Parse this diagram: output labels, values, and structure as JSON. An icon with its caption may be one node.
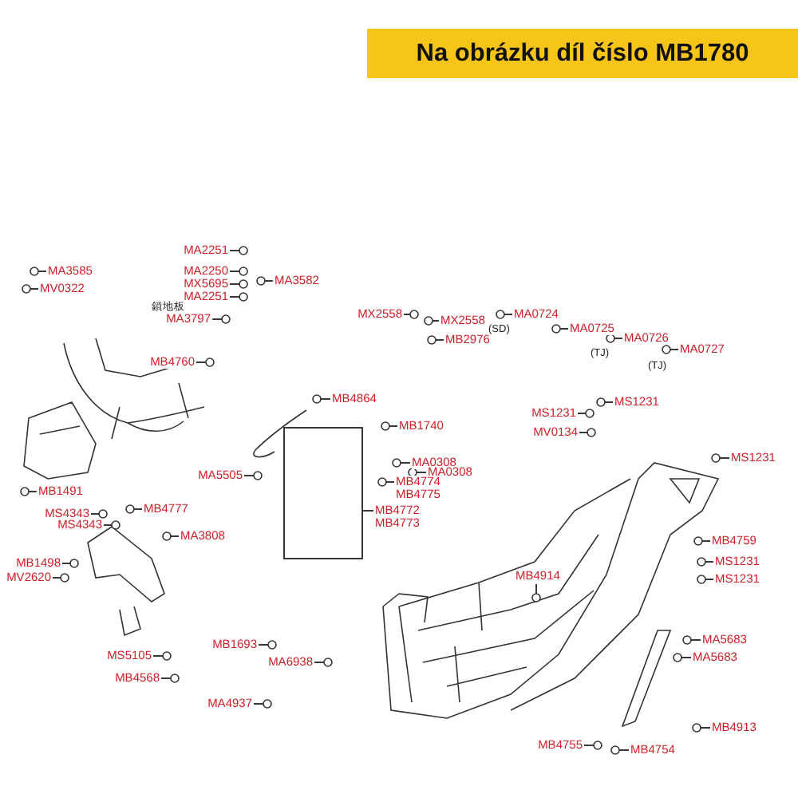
{
  "diagram": {
    "title": "Na obrázku díl číslo MB1780",
    "nodes": [
      {
        "text": [
          "MA3585"
        ]
      },
      {
        "text": [
          "MV0322"
        ]
      },
      {
        "text": [
          "MA2251"
        ]
      },
      {
        "text": [
          "MA2250"
        ]
      },
      {
        "text": [
          "MX5695"
        ]
      },
      {
        "text": [
          "MA2251"
        ]
      },
      {
        "text": [
          "MA3582"
        ]
      },
      {
        "text": [
          "MA3797"
        ]
      },
      {
        "text": [
          "MB4760"
        ]
      },
      {
        "text": [
          "MX2558"
        ]
      },
      {
        "text": [
          "MX2558"
        ]
      },
      {
        "text": [
          "MA0724"
        ]
      },
      {
        "text": [
          "MB2976"
        ]
      },
      {
        "text": [
          "MA0725"
        ]
      },
      {
        "text": [
          "MA0726"
        ]
      },
      {
        "text": [
          "MA0727"
        ]
      },
      {
        "text": [
          "MB4864"
        ]
      },
      {
        "text": [
          "MB1740"
        ]
      },
      {
        "text": [
          "MS1231"
        ]
      },
      {
        "text": [
          "MS1231"
        ]
      },
      {
        "text": [
          "MV0134"
        ]
      },
      {
        "text": [
          "MS1231"
        ]
      },
      {
        "text": [
          "MA0308"
        ]
      },
      {
        "text": [
          "MA0308"
        ]
      },
      {
        "text": [
          "MB4774",
          "MB4775"
        ]
      },
      {
        "text": [
          "MA5505"
        ]
      },
      {
        "text": [
          "MB4772",
          "MB4773"
        ]
      },
      {
        "text": [
          "MB1491"
        ]
      },
      {
        "text": [
          "MB4777"
        ]
      },
      {
        "text": [
          "MS4343"
        ]
      },
      {
        "text": [
          "MS4343"
        ]
      },
      {
        "text": [
          "MA3808"
        ]
      },
      {
        "text": [
          "MB1498"
        ]
      },
      {
        "text": [
          "MV2620"
        ]
      },
      {
        "text": [
          "MB4759"
        ]
      },
      {
        "text": [
          "MS1231"
        ]
      },
      {
        "text": [
          "MS1231"
        ]
      },
      {
        "text": [
          "MB4914"
        ]
      },
      {
        "text": [
          "MA5683"
        ]
      },
      {
        "text": [
          "MA5683"
        ]
      },
      {
        "text": [
          "MB1693"
        ]
      },
      {
        "text": [
          "MA6938"
        ]
      },
      {
        "text": [
          "MS5105"
        ]
      },
      {
        "text": [
          "MB4568"
        ]
      },
      {
        "text": [
          "MA4937"
        ]
      },
      {
        "text": [
          "MB4913"
        ]
      },
      {
        "text": [
          "MB4755"
        ]
      },
      {
        "text": [
          "MB4754"
        ]
      },
      {
        "text": [],
        "shape": "circle"
      },
      {
        "text": [],
        "shape": "circle"
      },
      {
        "text": [],
        "shape": "circle"
      },
      {
        "text": [],
        "shape": "circle"
      },
      {
        "text": [],
        "shape": "circle"
      },
      {
        "text": [],
        "shape": "circle"
      },
      {
        "text": [],
        "shape": "circle"
      },
      {
        "text": [],
        "shape": "circle"
      },
      {
        "text": [],
        "shape": "circle"
      },
      {
        "text": [],
        "shape": "circle"
      },
      {
        "text": [],
        "shape": "circle"
      },
      {
        "text": [],
        "shape": "circle"
      },
      {
        "text": [],
        "shape": "circle"
      },
      {
        "text": [],
        "shape": "circle"
      },
      {
        "text": [],
        "shape": "circle"
      },
      {
        "text": [],
        "shape": "circle"
      },
      {
        "text": [],
        "shape": "circle"
      },
      {
        "text": [],
        "shape": "circle"
      },
      {
        "text": [],
        "shape": "circle"
      },
      {
        "text": [],
        "shape": "circle"
      },
      {
        "text": [],
        "shape": "circle"
      },
      {
        "text": [],
        "shape": "circle"
      },
      {
        "text": [],
        "shape": "circle"
      },
      {
        "text": [],
        "shape": "circle"
      },
      {
        "text": [],
        "shape": "circle"
      },
      {
        "text": [],
        "shape": "circle"
      },
      {
        "text": [],
        "shape": "box"
      },
      {
        "text": [],
        "shape": "circle"
      },
      {
        "text": [],
        "shape": "circle"
      },
      {
        "text": [],
        "shape": "circle"
      },
      {
        "text": [],
        "shape": "circle"
      },
      {
        "text": [],
        "shape": "circle"
      },
      {
        "text": [],
        "shape": "circle"
      },
      {
        "text": [],
        "shape": "circle"
      },
      {
        "text": [],
        "shape": "circle"
      },
      {
        "text": [],
        "shape": "circle"
      },
      {
        "text": [],
        "shape": "circle"
      },
      {
        "text": [],
        "shape": "circle"
      },
      {
        "text": [],
        "shape": "circle"
      },
      {
        "text": [],
        "shape": "circle"
      },
      {
        "text": [],
        "shape": "circle"
      },
      {
        "text": [],
        "shape": "circle"
      },
      {
        "text": [],
        "shape": "circle"
      },
      {
        "text": [],
        "shape": "circle"
      },
      {
        "text": [],
        "shape": "circle"
      },
      {
        "text": [],
        "shape": "circle"
      },
      {
        "text": [],
        "shape": "circle"
      },
      {
        "text": [],
        "shape": "circle"
      }
    ],
    "edges": [
      {
        "from": 0,
        "to": 48,
        "arrow": "none"
      },
      {
        "from": 1,
        "to": 49,
        "arrow": "none"
      },
      {
        "from": 2,
        "to": 50,
        "arrow": "none"
      },
      {
        "from": 3,
        "to": 51,
        "arrow": "none"
      },
      {
        "from": 4,
        "to": 52,
        "arrow": "none"
      },
      {
        "from": 5,
        "to": 53,
        "arrow": "none"
      },
      {
        "from": 6,
        "to": 54,
        "arrow": "none"
      },
      {
        "from": 7,
        "to": 55,
        "arrow": "none"
      },
      {
        "from": 8,
        "to": 56,
        "arrow": "none"
      },
      {
        "from": 9,
        "to": 57,
        "arrow": "none"
      },
      {
        "from": 10,
        "to": 58,
        "arrow": "none"
      },
      {
        "from": 11,
        "to": 59,
        "arrow": "none"
      },
      {
        "from": 12,
        "to": 60,
        "arrow": "none"
      },
      {
        "from": 13,
        "to": 61,
        "arrow": "none"
      },
      {
        "from": 14,
        "to": 62,
        "arrow": "none"
      },
      {
        "from": 15,
        "to": 63,
        "arrow": "none"
      },
      {
        "from": 16,
        "to": 64,
        "arrow": "none"
      },
      {
        "from": 17,
        "to": 65,
        "arrow": "none"
      },
      {
        "from": 18,
        "to": 66,
        "arrow": "none"
      },
      {
        "from": 19,
        "to": 67,
        "arrow": "none"
      },
      {
        "from": 20,
        "to": 68,
        "arrow": "none"
      },
      {
        "from": 21,
        "to": 69,
        "arrow": "none"
      },
      {
        "from": 22,
        "to": 70,
        "arrow": "none"
      },
      {
        "from": 23,
        "to": 71,
        "arrow": "none"
      },
      {
        "from": 24,
        "to": 72,
        "arrow": "none"
      },
      {
        "from": 25,
        "to": 73,
        "arrow": "none"
      },
      {
        "from": 26,
        "to": 74,
        "arrow": "none"
      },
      {
        "from": 27,
        "to": 75,
        "arrow": "none"
      },
      {
        "from": 28,
        "to": 76,
        "arrow": "none"
      },
      {
        "from": 29,
        "to": 77,
        "arrow": "none"
      },
      {
        "from": 30,
        "to": 78,
        "arrow": "none"
      },
      {
        "from": 31,
        "to": 79,
        "arrow": "none"
      },
      {
        "from": 32,
        "to": 80,
        "arrow": "none"
      },
      {
        "from": 33,
        "to": 81,
        "arrow": "none"
      },
      {
        "from": 34,
        "to": 82,
        "arrow": "none"
      },
      {
        "from": 35,
        "to": 83,
        "arrow": "none"
      },
      {
        "from": 36,
        "to": 84,
        "arrow": "none"
      },
      {
        "from": 37,
        "to": 85,
        "arrow": "none"
      },
      {
        "from": 38,
        "to": 86,
        "arrow": "none"
      },
      {
        "from": 39,
        "to": 87,
        "arrow": "none"
      },
      {
        "from": 40,
        "to": 88,
        "arrow": "none"
      },
      {
        "from": 41,
        "to": 89,
        "arrow": "none"
      },
      {
        "from": 42,
        "to": 90,
        "arrow": "none"
      },
      {
        "from": 43,
        "to": 91,
        "arrow": "none"
      },
      {
        "from": 44,
        "to": 92,
        "arrow": "none"
      },
      {
        "from": 45,
        "to": 93,
        "arrow": "none"
      },
      {
        "from": 46,
        "to": 94,
        "arrow": "none"
      },
      {
        "from": 47,
        "to": 95,
        "arrow": "none"
      }
    ],
    "labels": [
      "鎖地板",
      "(SD)",
      "(TJ)",
      "(TJ)"
    ]
  }
}
